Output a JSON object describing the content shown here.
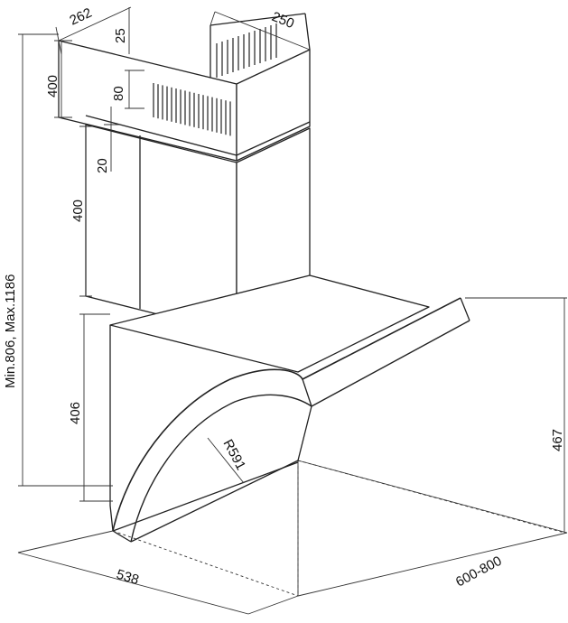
{
  "diagram": {
    "line_color": "#222222",
    "dim_color": "#333333",
    "dimensions": {
      "chimney_depth_top": "262",
      "chimney_width_top": "250",
      "vent_offset": "25",
      "upper_chimney_height": "400",
      "vent_height": "80",
      "overlap": "20",
      "lower_chimney_height": "400",
      "total_height_range": "Min.806, Max.1186",
      "hood_body_height": "406",
      "canopy_radius": "R591",
      "hood_depth_right": "467",
      "hood_width": "538",
      "hood_width_range": "600-800"
    }
  }
}
